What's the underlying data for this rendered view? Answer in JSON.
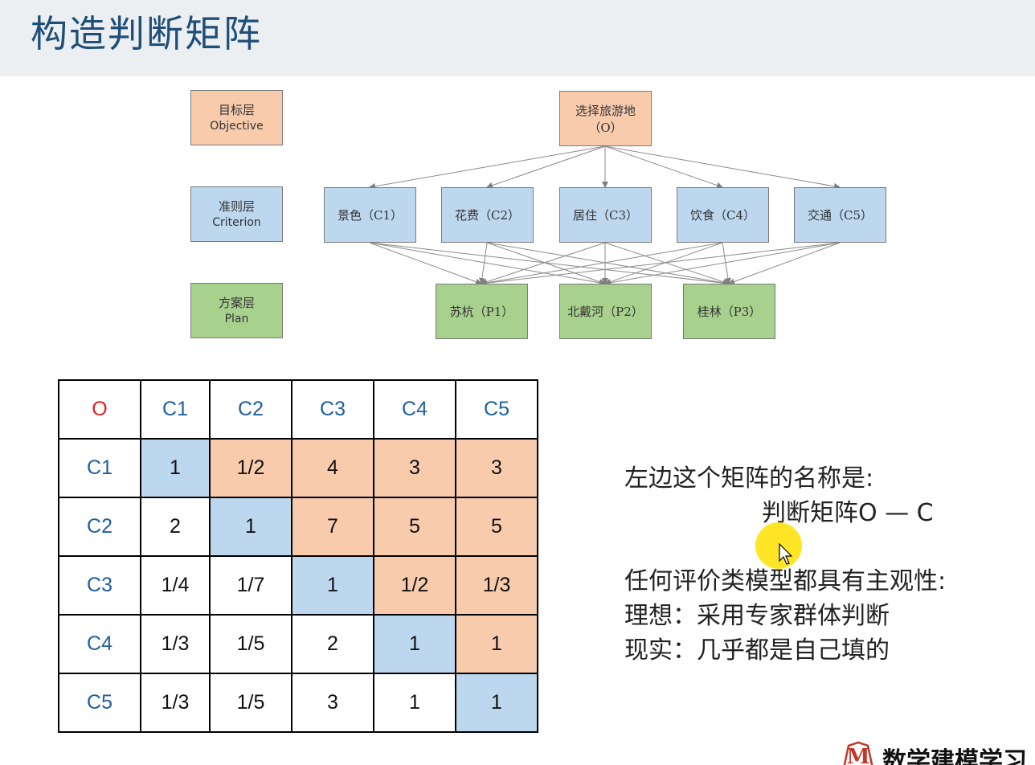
{
  "title": "构造判断矩阵",
  "layers": [
    {
      "zh": "目标层",
      "en": "Objective"
    },
    {
      "zh": "准则层",
      "en": "Criterion"
    },
    {
      "zh": "方案层",
      "en": "Plan"
    }
  ],
  "objective": {
    "line1": "选择旅游地",
    "line2": "（O）"
  },
  "criteria": [
    "景色（C1）",
    "花费（C2）",
    "居住（C3）",
    "饮食（C4）",
    "交通（C5）"
  ],
  "plans": [
    "苏杭（P1）",
    "北戴河（P2）",
    "桂林（P3）"
  ],
  "matrix": {
    "corner": "O",
    "headers": [
      "C1",
      "C2",
      "C3",
      "C4",
      "C5"
    ],
    "rows": [
      {
        "label": "C1",
        "values": [
          "1",
          "1/2",
          "4",
          "3",
          "3"
        ]
      },
      {
        "label": "C2",
        "values": [
          "2",
          "1",
          "7",
          "5",
          "5"
        ]
      },
      {
        "label": "C3",
        "values": [
          "1/4",
          "1/7",
          "1",
          "1/2",
          "1/3"
        ]
      },
      {
        "label": "C4",
        "values": [
          "1/3",
          "1/5",
          "2",
          "1",
          "1"
        ]
      },
      {
        "label": "C5",
        "values": [
          "1/3",
          "1/5",
          "3",
          "1",
          "1"
        ]
      }
    ]
  },
  "notes": {
    "line1": "左边这个矩阵的名称是:",
    "line2": "判断矩阵O — C",
    "line3": "任何评价类模型都具有主观性:",
    "line4": "理想：采用专家群体判断",
    "line5": "现实：几乎都是自己填的"
  },
  "logo": {
    "badge": "M",
    "text": "数学建模学习"
  },
  "colors": {
    "objective_fill": "#f8cbad",
    "criterion_fill": "#bdd7ee",
    "plan_fill": "#a9d18e",
    "header_text": "#1f5fa0",
    "corner_text": "#e02020"
  }
}
